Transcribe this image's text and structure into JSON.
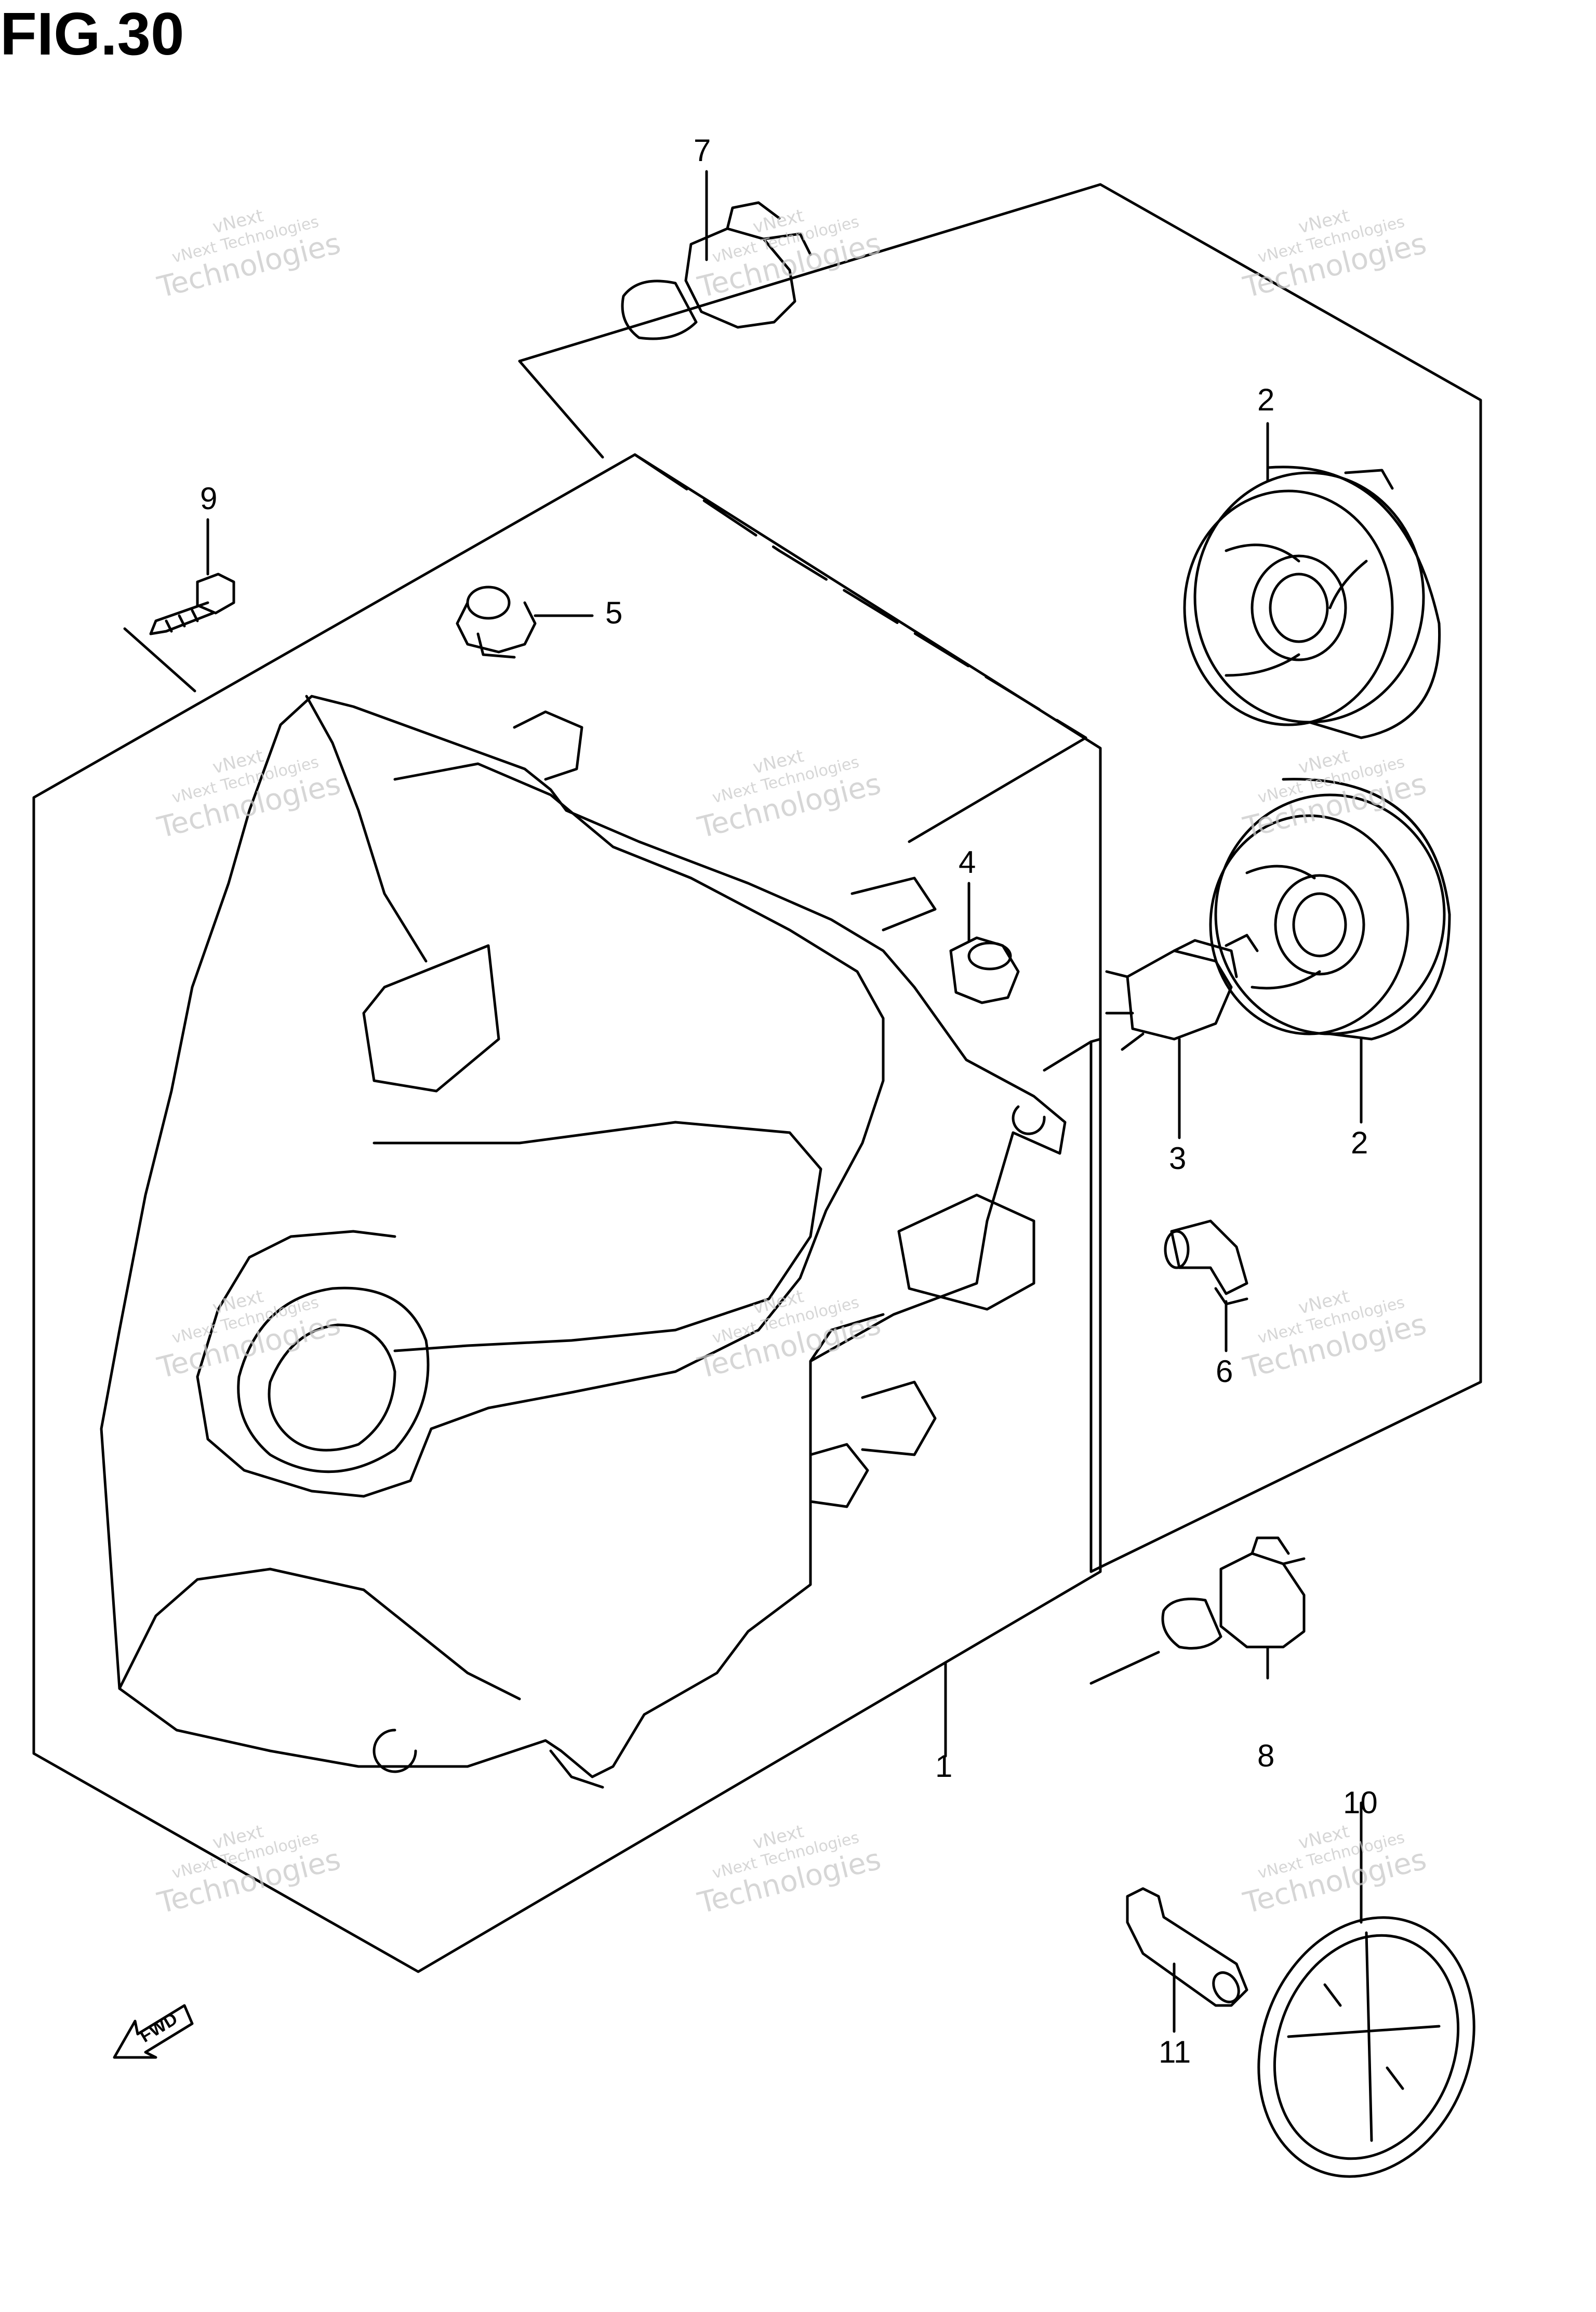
{
  "figure": {
    "title": "FIG.30"
  },
  "watermark": {
    "name": "vNext",
    "line": "vNext Technologies",
    "big": "Technologies"
  },
  "fwd_label": "FWD",
  "callouts": [
    "1",
    "2",
    "2",
    "3",
    "4",
    "5",
    "6",
    "7",
    "8",
    "9",
    "10",
    "11"
  ]
}
